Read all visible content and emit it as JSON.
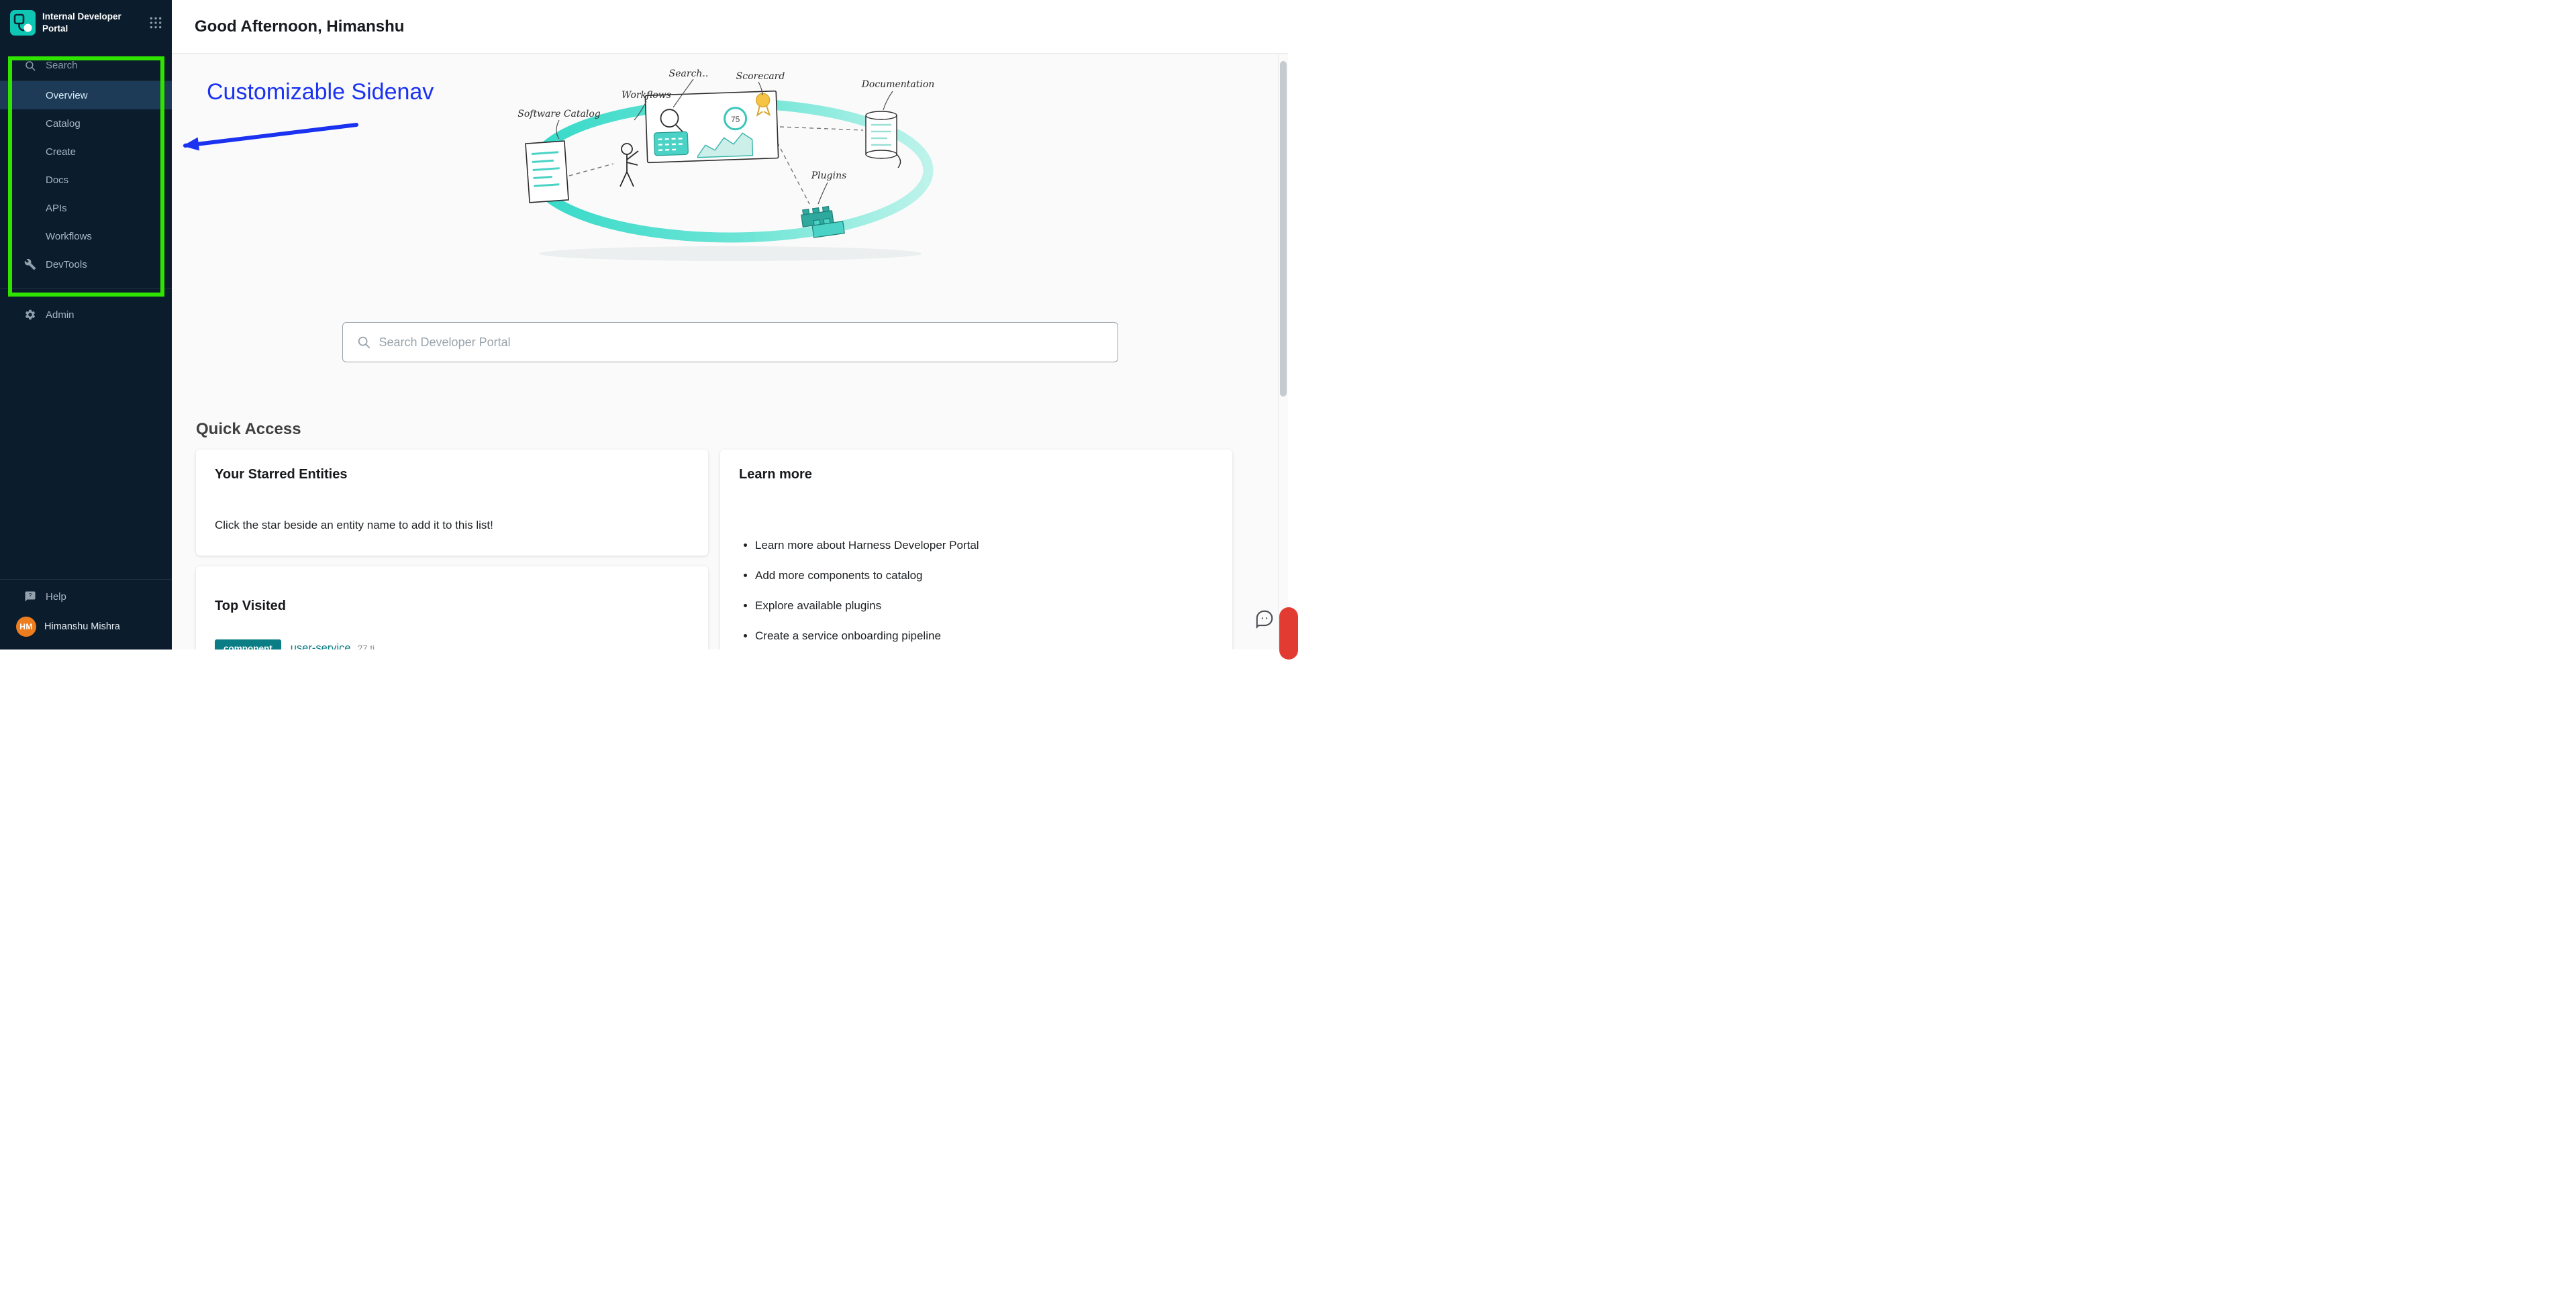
{
  "sidebar": {
    "title": "Internal Developer Portal",
    "search_label": "Search",
    "nav_items": [
      {
        "label": "Overview",
        "active": true
      },
      {
        "label": "Catalog",
        "active": false
      },
      {
        "label": "Create",
        "active": false
      },
      {
        "label": "Docs",
        "active": false
      },
      {
        "label": "APIs",
        "active": false
      },
      {
        "label": "Workflows",
        "active": false
      }
    ],
    "devtools_label": "DevTools",
    "admin_label": "Admin",
    "help_label": "Help",
    "user_initials": "HM",
    "user_name": "Himanshu Mishra"
  },
  "annotations": {
    "sidenav_text": "Customizable Sidenav",
    "text_color": "#1B33F0",
    "box_color": "#2FE500"
  },
  "header": {
    "greeting": "Good Afternoon, Himanshu"
  },
  "hero": {
    "labels": {
      "software_catalog": "Software Catalog",
      "workflows": "Workflows",
      "search": "Search..",
      "scorecard": "Scorecard",
      "documentation": "Documentation",
      "plugins": "Plugins"
    },
    "score": "75"
  },
  "search": {
    "placeholder": "Search Developer Portal"
  },
  "main": {
    "quick_access_title": "Quick Access",
    "starred_card": {
      "title": "Your Starred Entities",
      "empty_message": "Click the star beside an entity name to add it to this list!"
    },
    "learn_more_card": {
      "title": "Learn more",
      "items": [
        "Learn more about Harness Developer Portal",
        "Add more components to catalog",
        "Explore available plugins",
        "Create a service onboarding pipeline"
      ]
    },
    "top_visited_card": {
      "title": "Top Visited",
      "row": {
        "kind": "component",
        "name": "user-service",
        "meta": "27 ti"
      }
    }
  },
  "colors": {
    "brand_teal": "#0FC6B5",
    "sidebar_bg": "#0B1C2C",
    "chip_teal": "#0B7D85",
    "avatar_orange": "#EE7D1F"
  }
}
